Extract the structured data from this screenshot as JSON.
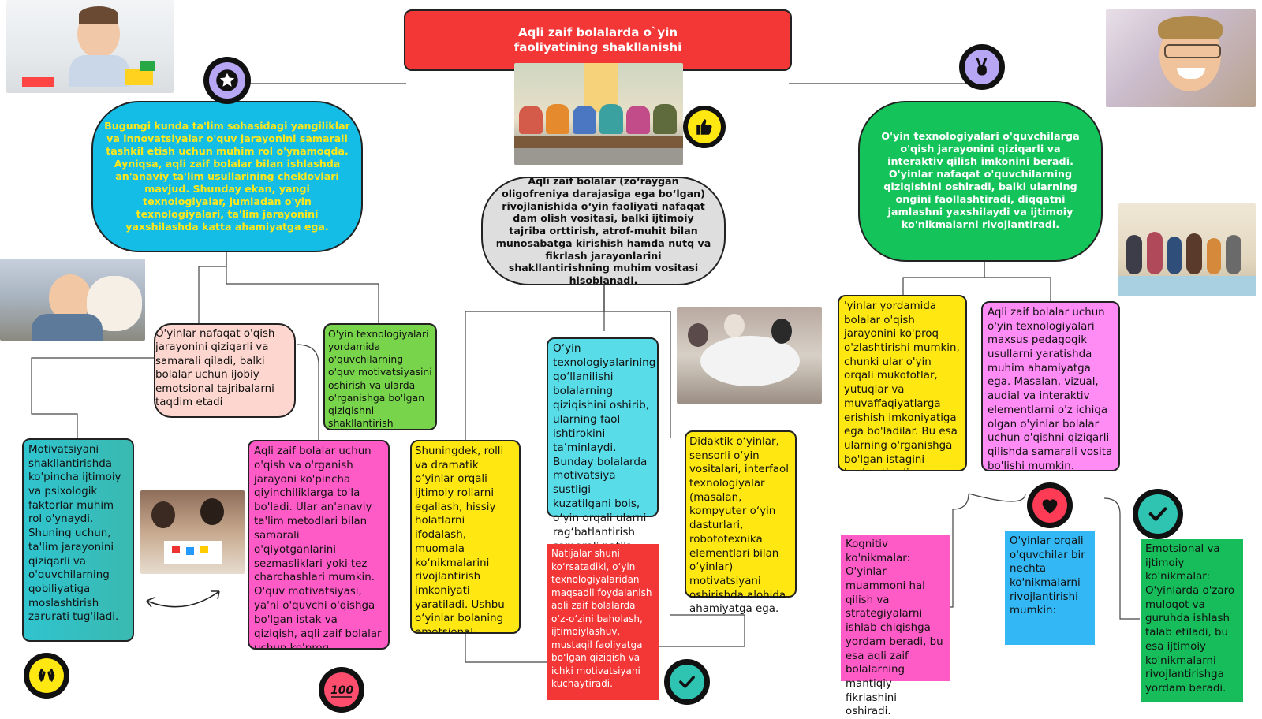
{
  "title": "Aqli zaif bolalarda o`yin faoliyatining shakllanishi",
  "center_text": "Aqli zaif bolalar (zo‘raygan oligofreniya darajasiga ega bo‘lgan) rivojlanishida o‘yin faoliyati nafaqat dam olish vositasi, balki ijtimoiy tajriba orttirish, atrof-muhit bilan munosabatga kirishish hamda nutq va fikrlash jarayonlarini shakllantirishning muhim vositasi hisoblanadi.",
  "left_main": "Bugungi kunda ta'lim sohasidagi yangiliklar va innovatsiyalar o'quv jarayonini samarali tashkil etish uchun muhim rol o'ynamoqda. Ayniqsa, aqli zaif bolalar bilan ishlashda an'anaviy ta'lim usullarining cheklovlari mavjud. Shunday ekan, yangi texnologiyalar, jumladan o'yin texnologiyalari, ta'lim jarayonini yaxshilashda katta ahamiyatga ega.",
  "right_main": "O'yin texnologiyalari o'quvchilarga o'qish jarayonini qiziqarli va interaktiv qilish imkonini beradi. O'yinlar nafaqat o'quvchilarning qiziqishini oshiradi, balki ularning ongini faollashtiradi, diqqatni jamlashni yaxshilaydi va ijtimoiy ko'nikmalarni rivojlantiradi.",
  "peach_box": "O'yinlar nafaqat o'qish jarayonini qiziqarli va samarali qiladi, balki bolalar uchun ijobiy emotsional tajribalarni taqdim etadi",
  "green_small": "O'yin texnologiyalari yordamida o'quvchilarning o'quv motivatsiyasini oshirish va ularda o'rganishga bo'lgan qiziqishni shakllantirish mumkin.",
  "teal_box": "Motivatsiyani shakllantirishda ko'pincha ijtimoiy va psixologik faktorlar muhim rol o'ynaydi. Shuning uchun, ta'lim jarayonini qiziqarli va o'quvchilarning qobiliyatiga moslashtirish zarurati tug'iladi.",
  "pink_box": "Aqli zaif bolalar uchun o'qish va o'rganish jarayoni ko'pincha qiyinchiliklarga to'la bo'ladi. Ular an'anaviy ta'lim metodlari bilan samarali o'qiyotganlarini sezmasliklari yoki tez charchashlari mumkin. O'quv motivatsiyasi, ya'ni o'quvchi o'qishga bo'lgan istak va qiziqish, aqli zaif bolalar uchun ko'proq ahamiyatga ega.",
  "yellow_mid": "Shuningdek, rolli va dramatik o‘yinlar orqali ijtimoiy rollarni egallash, hissiy holatlarni ifodalash, muomala ko‘nikmalarini rivojlantirish imkoniyati yaratiladi. Ushbu o‘yinlar bolaning emotsional-intellektual rivojiga xizmat qiladi.",
  "cyan_box": "O‘yin texnologiyalarining qo‘llanilishi bolalarning qiziqishini oshirib, ularning faol ishtirokini ta’minlaydi. Bunday bolalarda motivatsiya sustligi kuzatilgani bois, o‘yin orqali ularni rag‘batlantirish samarali natija beradi.",
  "red_box": "Natijalar shuni ko‘rsatadiki, o‘yin texnologiyalaridan maqsadli foydalanish aqli zaif bolalarda o‘z-o‘zini baholash, ijtimoiylashuv, mustaqil faoliyatga bo‘lgan qiziqish va ichki motivatsiyani kuchaytiradi.",
  "yellow_didaktik": "Didaktik o‘yinlar, sensorli o‘yin vositalari, interfaol texnologiyalar (masalan, kompyuter o‘yin dasturlari, robototexnika elementlari bilan o‘yinlar) motivatsiyani oshirishda alohida ahamiyatga ega.",
  "yellow_right": "'yinlar yordamida bolalar o'qish jarayonini ko'proq o'zlashtirishi mumkin, chunki ular o'yin orqali mukofotlar, yutuqlar va muvaffaqiyatlarga erishish imkoniyatiga ega bo'ladilar. Bu esa ularning o'rganishga bo'lgan istagini kuchaytiradi.",
  "magenta_right": "Aqli zaif bolalar uchun o'yin texnologiyalari maxsus pedagogik usullarni yaratishda muhim ahamiyatga ega. Masalan, vizual, audial va interaktiv elementlarni o'z ichiga olgan o'yinlar bolalar  uchun o'qishni qiziqarli qilishda samarali vosita bo'lishi mumkin.",
  "kognitiv": "Kognitiv ko'nikmalar: O'yinlar muammoni hal qilish va strategiyalarni ishlab chiqishga yordam beradi, bu esa aqli zaif bolalarning mantiqiy fikrlashini oshiradi.",
  "blue_small": "O'yinlar orqali o'quvchilar bir nechta ko'nikmalarni rivojlantirishi mumkin:",
  "emotsional": "Emotsional va ijtimoiy ko'nikmalar: O'yinlarda o'zaro muloqot va guruhda ishlash talab etiladi, bu esa ijtimoiy ko'nikmalarni rivojlantirishga yordam beradi.",
  "icons": [
    "star-icon",
    "peace-hand-icon",
    "thumbs-up-icon",
    "raised-hands-icon",
    "hundred-points-icon",
    "check-mark-icon",
    "heart-icon"
  ],
  "colors": {
    "title_red": "#f33636",
    "left_cyan": "#13bde6",
    "right_green": "#14c45a",
    "peach": "#fdd6cf",
    "lime": "#78d44a",
    "teal": "#31c3c8",
    "pink": "#ff5bc6",
    "yellow": "#ffe812",
    "cyan": "#57dce8",
    "red": "#f33636",
    "magenta": "#ff8bf5",
    "blue": "#34b7f5",
    "green_dark": "#17bd5a"
  }
}
